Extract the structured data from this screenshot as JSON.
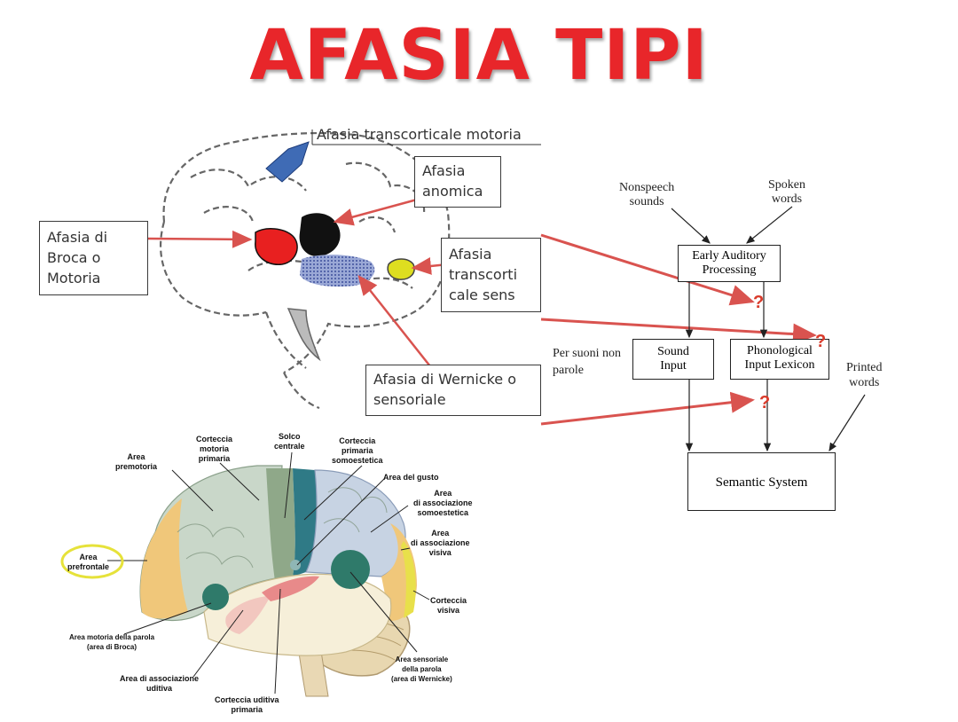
{
  "title": "AFASIA TIPI",
  "brain_top": {
    "label_transcorticale_motoria": "Afasia transcorticale motoria",
    "box_anomica": [
      "Afasia",
      "anomica"
    ],
    "box_broca": [
      "Afasia di",
      "Broca o",
      "Motoria"
    ],
    "box_transcorticale_sens": [
      "Afasia",
      "transcorti",
      "cale sens"
    ],
    "box_wernicke": [
      "Afasia di Wernicke o",
      "sensoriale"
    ]
  },
  "flow": {
    "nonspeech": [
      "Nonspeech",
      "sounds"
    ],
    "spoken": [
      "Spoken",
      "words"
    ],
    "early": [
      "Early Auditory",
      "Processing"
    ],
    "sound_input": [
      "Sound",
      "Input"
    ],
    "phonological": [
      "Phonological",
      "Input Lexicon"
    ],
    "printed": [
      "Printed",
      "words"
    ],
    "semantic": "Semantic System",
    "per_suoni": [
      "Per suoni  non",
      "parole"
    ],
    "question_mark": "?",
    "colors": {
      "arrow_red": "#d9534f",
      "question": "#d93a2a"
    }
  },
  "brain_bottom": {
    "area_premotoria": [
      "Area",
      "premotoria"
    ],
    "corteccia_motoria": [
      "Corteccia",
      "motoria",
      "primaria"
    ],
    "solco_centrale": [
      "Solco",
      "centrale"
    ],
    "corteccia_somoestetica": [
      "Corteccia",
      "primaria",
      "somoestetica"
    ],
    "area_gusto": "Area del gusto",
    "assoc_somoestetica": [
      "Area",
      "di associazione",
      "somoestetica"
    ],
    "assoc_visiva": [
      "Area",
      "di associazione",
      "visiva"
    ],
    "prefrontale": [
      "Area",
      "prefrontale"
    ],
    "corteccia_visiva": [
      "Corteccia",
      "visiva"
    ],
    "broca": [
      "Area motoria della parola",
      "(area di Broca)"
    ],
    "assoc_uditiva": [
      "Area di associazione",
      "uditiva"
    ],
    "uditiva_primaria": [
      "Corteccia uditiva",
      "primaria"
    ],
    "wernicke": [
      "Area sensoriale",
      "della parola",
      "(area di Wernicke)"
    ]
  }
}
